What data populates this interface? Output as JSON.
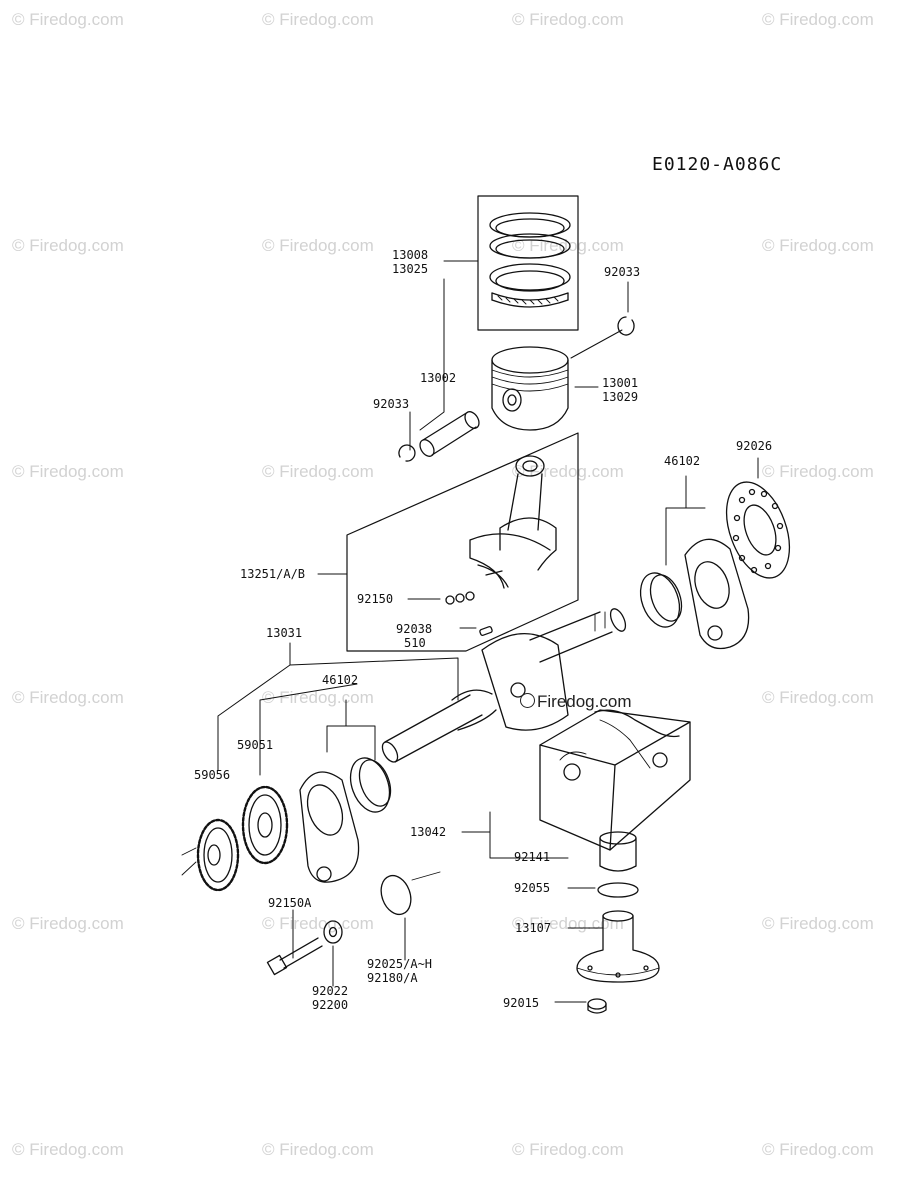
{
  "diagram_code": "E0120-A086C",
  "watermark_text": "© Firedog.com",
  "center_watermark": "Firedog.com",
  "parts": {
    "p13008": "13008",
    "p13025": "13025",
    "p92033_top": "92033",
    "p13002": "13002",
    "p92033_left": "92033",
    "p13001": "13001",
    "p13029": "13029",
    "p46102_right": "46102",
    "p92026": "92026",
    "p13251": "13251/A/B",
    "p92150": "92150",
    "p13031": "13031",
    "p92038": "92038",
    "p510": "510",
    "p46102_left": "46102",
    "p59051": "59051",
    "p59056": "59056",
    "p13042": "13042",
    "p92141": "92141",
    "p92055": "92055",
    "p92150A": "92150A",
    "p13107": "13107",
    "p92025": "92025/A~H",
    "p92180": "92180/A",
    "p92022": "92022",
    "p92200": "92200",
    "p92015": "92015"
  }
}
